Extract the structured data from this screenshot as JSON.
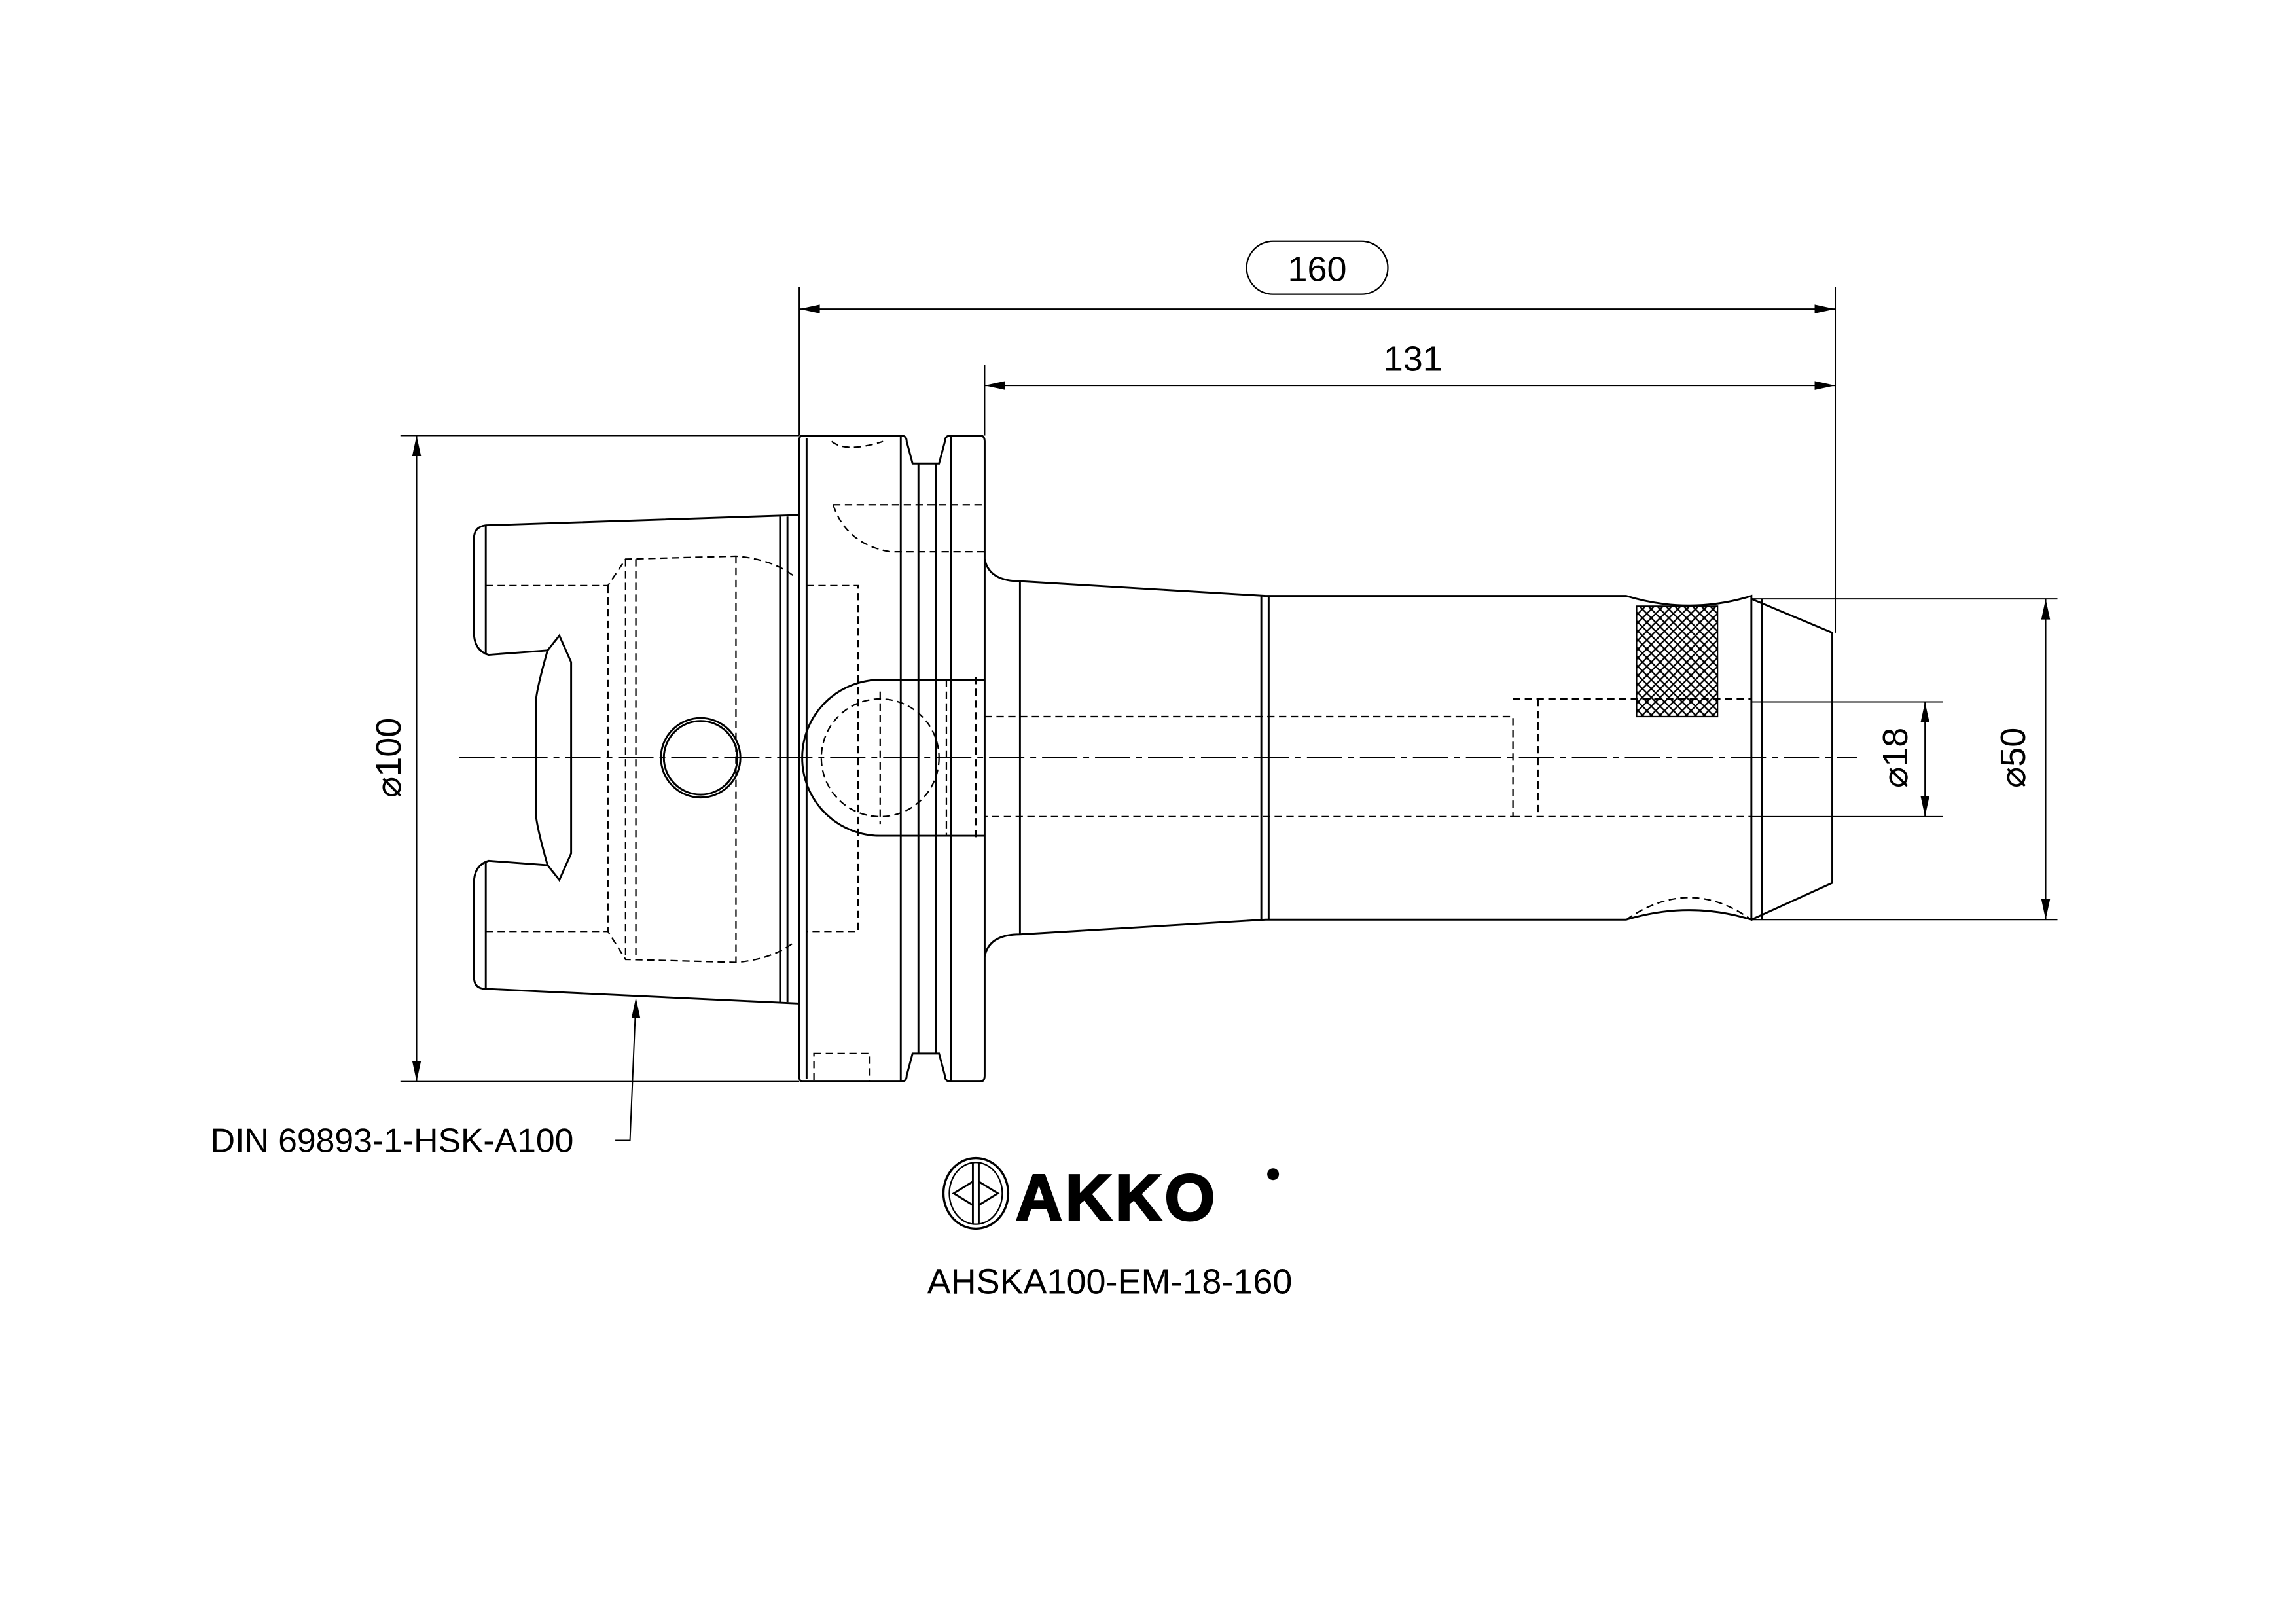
{
  "drawing": {
    "dimensions": {
      "overall_length": "160",
      "gauge_length": "131",
      "flange_diameter": "⌀100",
      "bore_diameter": "⌀18",
      "nose_diameter": "⌀50"
    },
    "shank_standard_label": "DIN 69893-1-HSK-A100",
    "brand": "AKKO",
    "model_code": "AHSKA100-EM-18-160"
  }
}
